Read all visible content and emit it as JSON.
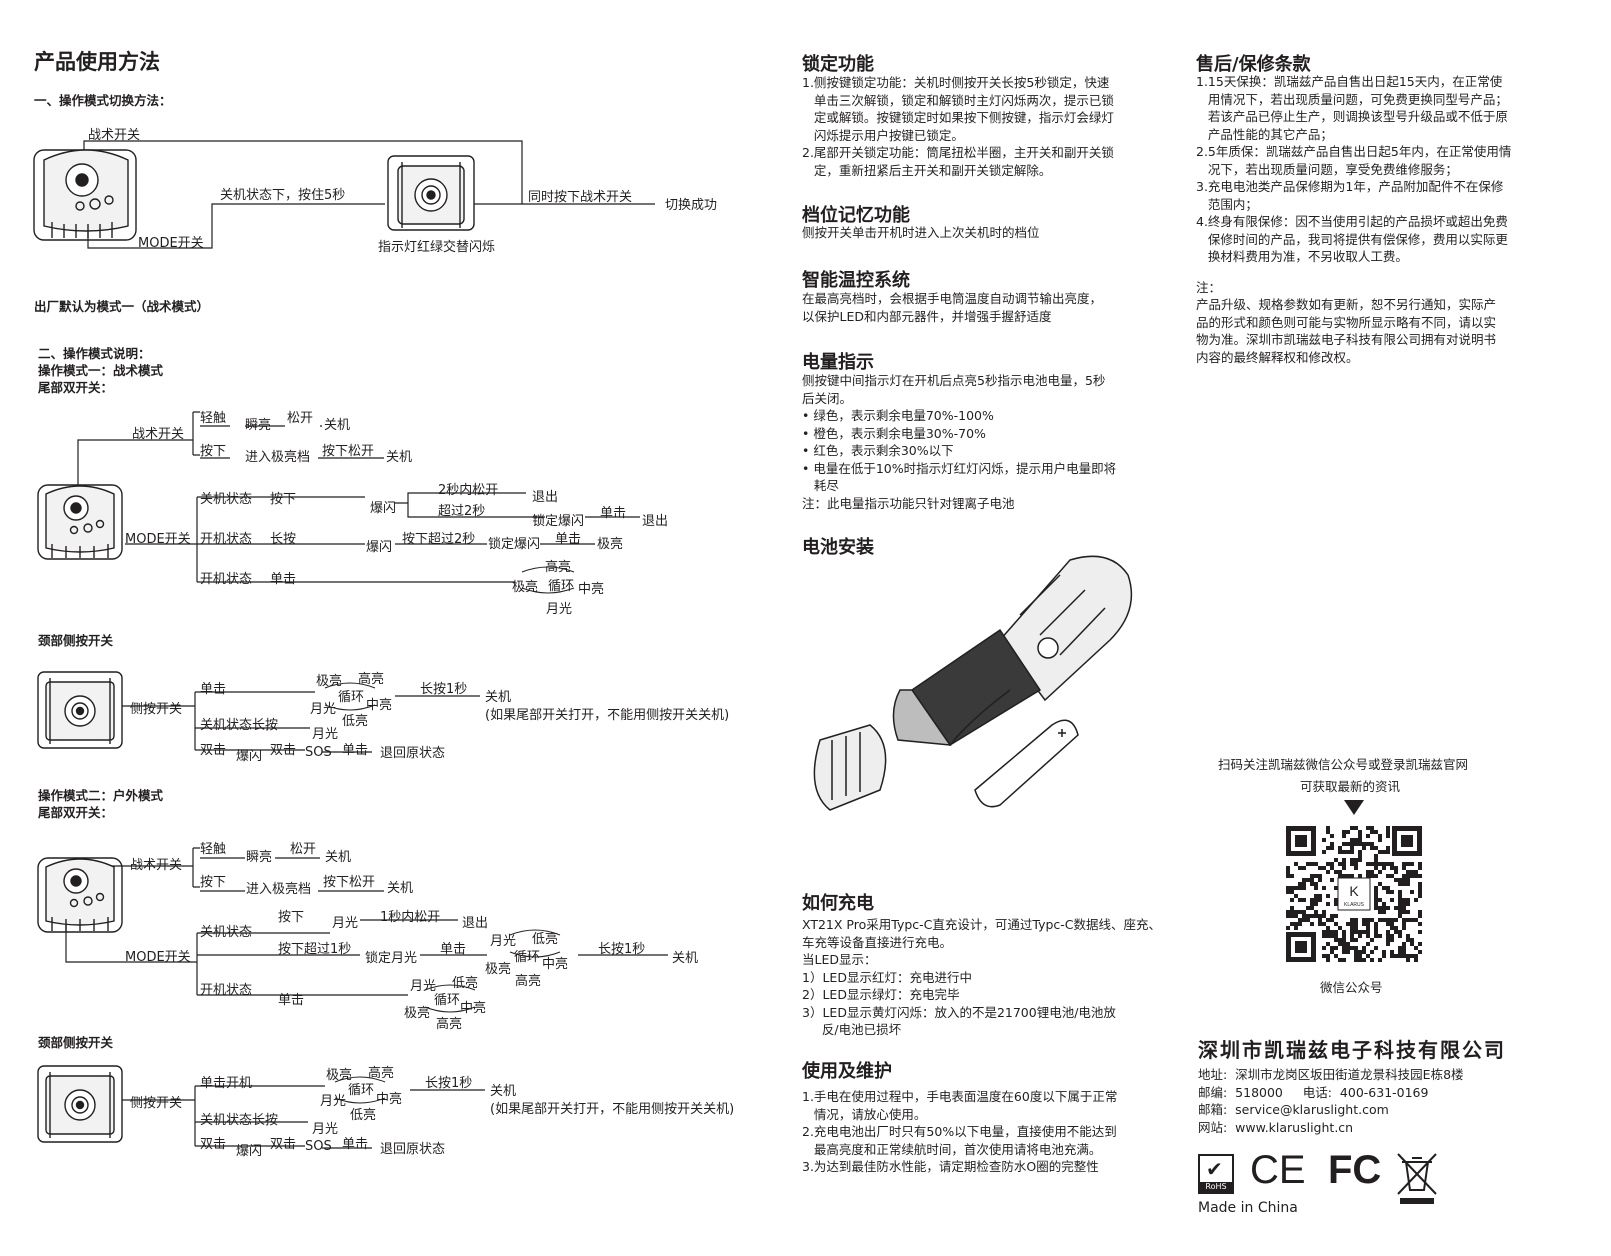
{
  "left": {
    "title": "产品使用方法",
    "s1": "一、操作模式切换方法：",
    "sw": {
      "tactical": "战术开关",
      "off_hold": "关机状态下，按住5秒",
      "both_press": "同时按下战术开关",
      "success": "切换成功",
      "mode": "MODE开关",
      "indicator": "指示灯红绿交替闪烁"
    },
    "default": "出厂默认为模式一（战术模式）",
    "s2": "二、操作模式说明：",
    "m1": "操作模式一：战术模式",
    "tail": "尾部双开关：",
    "neck": "颈部侧按开关",
    "m2": "操作模式二：户外模式",
    "w": {
      "zhanshu": "战术开关",
      "qingchu": "轻触",
      "shunliang": "瞬亮",
      "songkai": "松开",
      "guanji": "关机",
      "anxia": "按下",
      "jinru": "进入极亮档",
      "anxiasongkai": "按下松开",
      "mode": "MODE开关",
      "guanjizt": "关机状态",
      "kaijizt": "开机状态",
      "changan": "长按",
      "danji": "单击",
      "baoshan": "爆闪",
      "neisongkai": "2秒内松开",
      "chaoguo": "超过2秒",
      "tuichu": "退出",
      "suoding": "锁定爆闪",
      "anxiachaoguo": "按下超过2秒",
      "jiliang": "极亮",
      "gaoliang": "高亮",
      "xunhuan": "循环",
      "zhongliang": "中亮",
      "yueguang": "月光",
      "diliang": "低亮",
      "cean": "侧按开关",
      "guanjichangan": "关机状态长按",
      "shuangji": "双击",
      "sos": "SOS",
      "huitui": "退回原状态",
      "changan1": "长按1秒",
      "note": "(如果尾部开关打开，不能用侧按开关关机)",
      "onesec": "1秒内松开",
      "anxiachao1": "按下超过1秒",
      "suodingyue": "锁定月光",
      "danjikai": "单击开机"
    }
  },
  "mid": {
    "lock": {
      "title": "锁定功能",
      "text": "1.侧按键锁定功能：关机时侧按开关长按5秒锁定，快速\n   单击三次解锁，锁定和解锁时主灯闪烁两次，提示已锁\n   定或解锁。按键锁定时如果按下侧按键，指示灯会绿灯\n   闪烁提示用户按键已锁定。\n2.尾部开关锁定功能：筒尾扭松半圈，主开关和副开关锁\n   定，重新扭紧后主开关和副开关锁定解除。"
    },
    "memory": {
      "title": "档位记忆功能",
      "text": "侧按开关单击开机时进入上次关机时的档位"
    },
    "thermal": {
      "title": "智能温控系统",
      "text": "在最高亮档时，会根据手电筒温度自动调节输出亮度，\n以保护LED和内部元器件，并增强手握舒适度"
    },
    "power": {
      "title": "电量指示",
      "text": "侧按键中间指示灯在开机后点亮5秒指示电池电量，5秒\n后关闭。\n• 绿色，表示剩余电量70%-100%\n• 橙色，表示剩余电量30%-70%\n• 红色，表示剩余30%以下\n• 电量在低于10%时指示灯红灯闪烁，提示用户电量即将\n   耗尽\n注：此电量指示功能只针对锂离子电池"
    },
    "battery": {
      "title": "电池安装"
    },
    "charge": {
      "title": "如何充电",
      "text": "XT21X Pro采用Typc-C直充设计，可通过Typc-C数据线、座充、\n车充等设备直接进行充电。\n当LED显示：\n1）LED显示红灯：充电进行中\n2）LED显示绿灯：充电完毕\n3）LED显示黄灯闪烁：放入的不是21700锂电池/电池放\n     反/电池已损坏"
    },
    "maint": {
      "title": "使用及维护",
      "text": "1.手电在使用过程中，手电表面温度在60度以下属于正常\n   情况，请放心使用。\n2.充电电池出厂时只有50%以下电量，直接使用不能达到\n   最高亮度和正常续航时间，首次使用请将电池充满。\n3.为达到最佳防水性能，请定期检查防水O圈的完整性"
    }
  },
  "right": {
    "warranty": {
      "title": "售后/保修条款",
      "text": "1.15天保换：凯瑞兹产品自售出日起15天内，在正常使\n   用情况下，若出现质量问题，可免费更换同型号产品；\n   若该产品已停止生产，则调换该型号升级品或不低于原\n   产品性能的其它产品；\n2.5年质保：凯瑞兹产品自售出日起5年内，在正常使用情\n   况下，若出现质量问题，享受免费维修服务；\n3.充电电池类产品保修期为1年，产品附加配件不在保修\n   范围内；\n4.终身有限保修：因不当使用引起的产品损坏或超出免费\n   保修时间的产品，我司将提供有偿保修，费用以实际更\n   换材料费用为准，不另收取人工费。"
    },
    "note": {
      "label": "注：",
      "text": "产品升级、规格参数如有更新，恕不另行通知，实际产\n品的形式和颜色则可能与实物所显示略有不同，请以实\n物为准。深圳市凯瑞兹电子科技有限公司拥有对说明书\n内容的最终解释权和修改权。"
    },
    "qr": {
      "line1": "扫码关注凯瑞兹微信公众号或登录凯瑞兹官网",
      "line2": "可获取最新的资讯",
      "caption": "微信公众号",
      "logo": "KLARUS"
    },
    "company": "深圳市凯瑞兹电子科技有限公司",
    "contact": [
      {
        "label": "地址:",
        "value": "深圳市龙岗区坂田街道龙景科技园E栋8楼"
      },
      {
        "label": "邮编:",
        "value": "518000     电话:  400-631-0169"
      },
      {
        "label": "邮箱:",
        "value": "service@klaruslight.com"
      },
      {
        "label": "网站:",
        "value": "www.klaruslight.cn"
      }
    ],
    "certs": {
      "rohs": "RoHS",
      "ce": "CE",
      "fc": "FC",
      "made": "Made in China"
    }
  }
}
